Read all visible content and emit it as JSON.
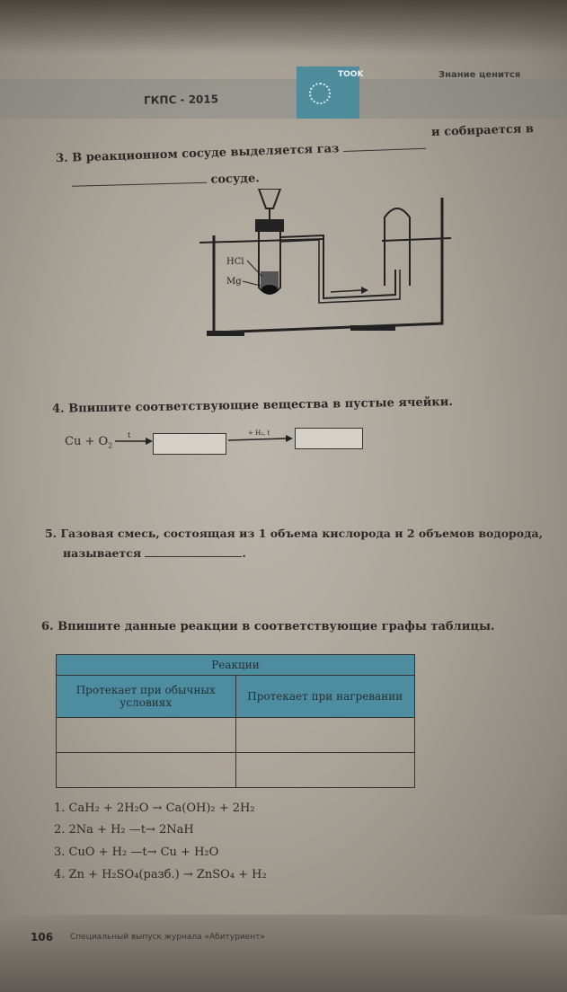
{
  "header": {
    "series": "ГКПС - 2015",
    "brand_tag": "TOOK",
    "motto": "Знание ценится"
  },
  "q3": {
    "num": "3.",
    "text_a": "В реакционном сосуде выделяется газ",
    "text_b": "и собирается в",
    "text_c": "сосуде.",
    "label_hcl": "HCl",
    "label_mg": "Mg"
  },
  "q4": {
    "num": "4.",
    "text": "Впишите соответствующие вещества в пустые ячейки.",
    "reactant": "Cu + O",
    "reactant_sub": "2",
    "arrow1_label": "t",
    "arrow2_label": "+ H₂, t"
  },
  "q5": {
    "num": "5.",
    "text_a": "Газовая смесь, состоящая из 1 объема кислорода и 2 объемов водорода,",
    "text_b": "называется",
    "end": "."
  },
  "q6": {
    "num": "6.",
    "text": "Впишите данные реакции в соответствующие графы таблицы.",
    "table_title": "Реакции",
    "col1": "Протекает при обычных условиях",
    "col2": "Протекает при нагревании",
    "reactions": [
      "1. CaH₂ + 2H₂O → Ca(OH)₂ + 2H₂",
      "2. 2Na + H₂ —t→ 2NaH",
      "3. CuO + H₂ —t→ Cu + H₂O",
      "4. Zn + H₂SO₄(разб.) → ZnSO₄ + H₂"
    ]
  },
  "footer": {
    "page_number": "106",
    "journal": "Специальный выпуск журнала «Абитуриент»"
  }
}
